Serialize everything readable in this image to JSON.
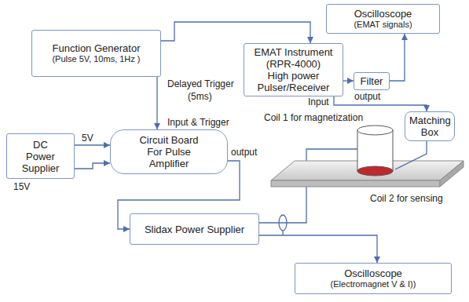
{
  "diagram": {
    "nodes": [
      {
        "text": [
          "Oscilloscope",
          "(EMAT signals)"
        ]
      },
      {
        "text": [
          "Function Generator",
          "(Pulse 5V, 10ms, 1Hz )"
        ]
      },
      {
        "text": [
          "EMAT Instrument (RPR-4000)",
          "High power Pulser/Receiver"
        ]
      },
      {
        "text": [
          "Filter"
        ]
      },
      {
        "text": [
          "Circuit Board For Pulse Amplifier"
        ]
      },
      {
        "text": [
          "Matching Box"
        ]
      },
      {
        "text": [
          "DC Power Supplier"
        ]
      },
      {
        "text": [
          "Slidax Power Supplier"
        ]
      },
      {
        "text": [
          "Oscilloscope",
          "(Electromagnet V & I))"
        ]
      }
    ],
    "edges": [
      {
        "from": 1,
        "to": 2,
        "arrow": "to"
      },
      {
        "from": 1,
        "to": 4,
        "arrow": "to"
      },
      {
        "from": 6,
        "to": 4,
        "arrow": "to"
      },
      {
        "from": 6,
        "to": 4,
        "arrow": "to"
      },
      {
        "from": 4,
        "to": 7,
        "arrow": "to"
      },
      {
        "from": 2,
        "to": 3,
        "arrow": "to"
      },
      {
        "from": 3,
        "to": 0,
        "arrow": "to"
      },
      {
        "from": 2,
        "to": 5,
        "arrow": "to"
      },
      {
        "from": 7,
        "to": 8,
        "arrow": "to"
      }
    ],
    "labels": [
      "Delayed Trigger",
      "(5ms)",
      "Input & Trigger",
      "5V",
      "15V",
      "output",
      "output",
      "Input",
      "Coil 1 for magnetization",
      "Coil 2 for sensing"
    ]
  }
}
